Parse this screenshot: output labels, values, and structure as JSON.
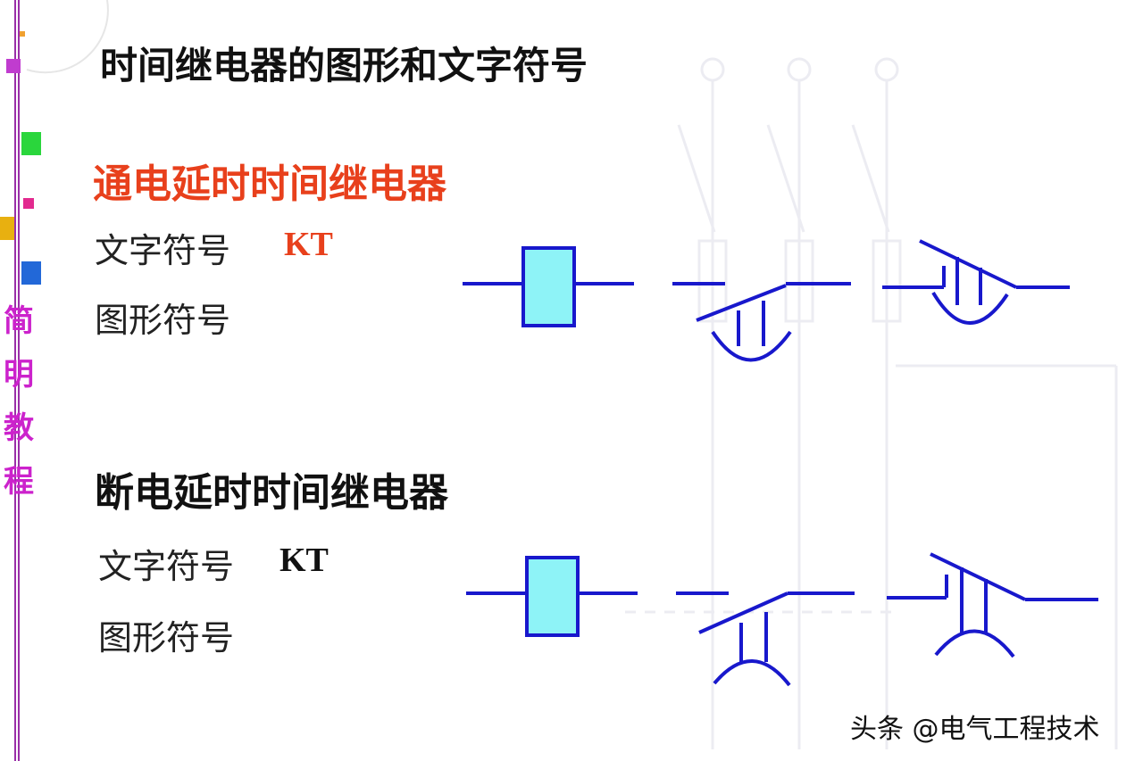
{
  "title": "时间继电器的图形和文字符号",
  "sections": [
    {
      "heading": "通电延时时间继电器",
      "text_symbol_label": "文字符号",
      "text_symbol_value": "KT",
      "graphic_symbol_label": "图形符号"
    },
    {
      "heading": "断电延时时间继电器",
      "text_symbol_label": "文字符号",
      "text_symbol_value": "KT",
      "graphic_symbol_label": "图形符号"
    }
  ],
  "sidebar_vertical_text": [
    "简",
    "明",
    "教",
    "程"
  ],
  "watermark": "头条 @电气工程技术",
  "colors": {
    "title": "#111111",
    "heading_on_delay": "#e8401c",
    "kt_on_delay": "#e8401c",
    "symbol_line": "#1818cc",
    "coil_fill": "#8ef3f7",
    "sidebar_text": "#cc22cc",
    "sidebar_line": "#9a2fa8"
  }
}
